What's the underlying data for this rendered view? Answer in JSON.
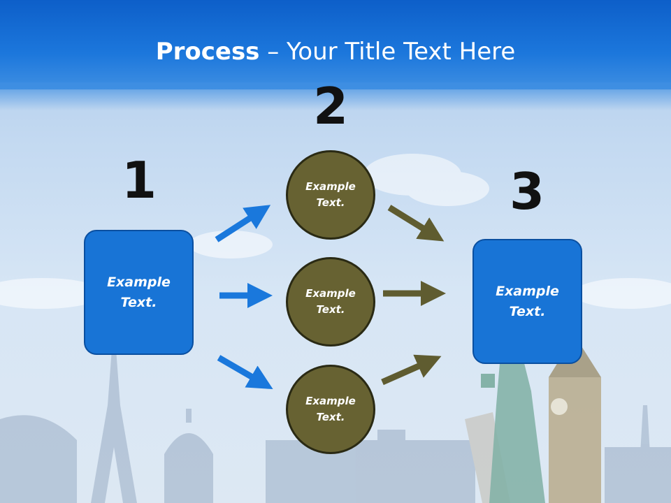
{
  "slide": {
    "title_strong": "Process",
    "title_rest": " – Your Title Text Here"
  },
  "steps": {
    "step1": {
      "number": "1",
      "text": "Example\nText."
    },
    "step2": {
      "number": "2"
    },
    "step3": {
      "number": "3",
      "text": "Example\nText."
    }
  },
  "circles": [
    {
      "text": "Example\nText."
    },
    {
      "text": "Example\nText."
    },
    {
      "text": "Example\nText."
    }
  ],
  "colors": {
    "box_fill": "#1874d6",
    "circle_fill": "#676232",
    "arrow_blue": "#1a78dc",
    "arrow_olive": "#5f5c30",
    "header": "#1c77dc"
  }
}
